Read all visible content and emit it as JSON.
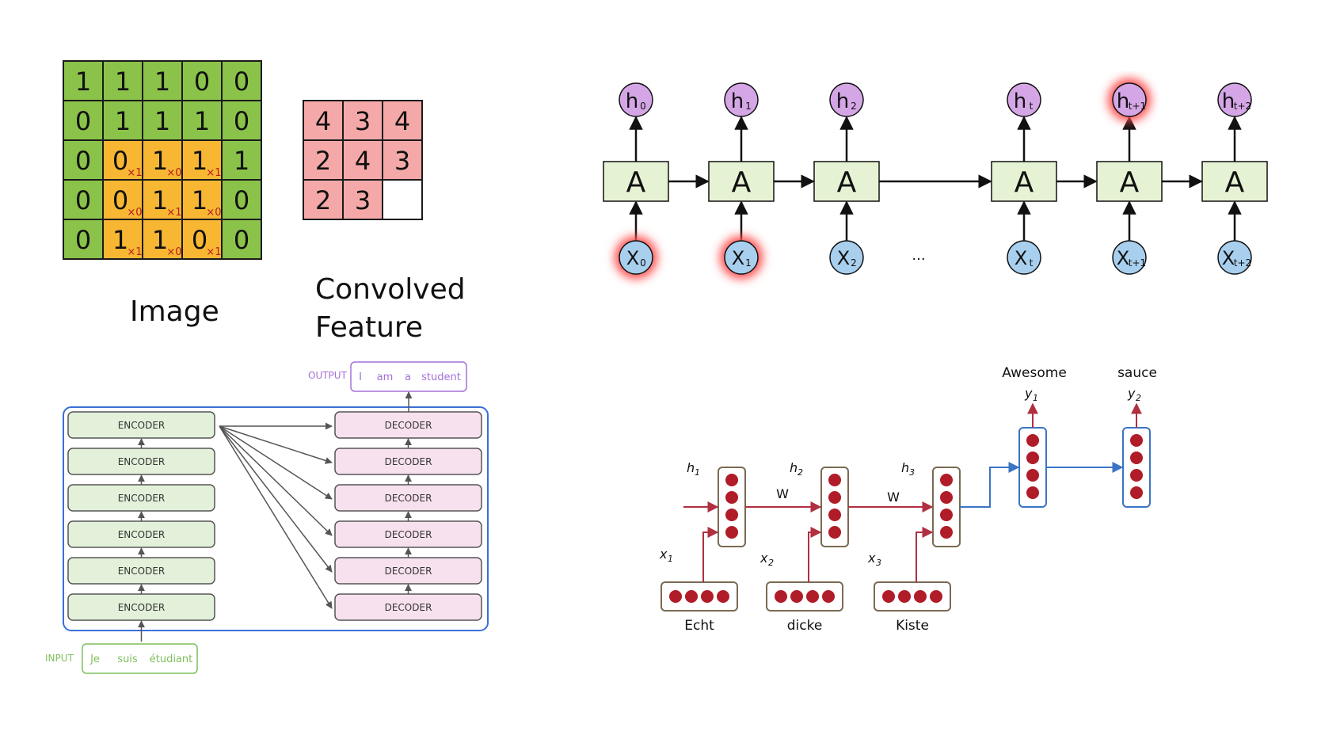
{
  "convolution": {
    "image_caption": "Image",
    "image_grid": [
      [
        "1",
        "1",
        "1",
        "0",
        "0"
      ],
      [
        "0",
        "1",
        "1",
        "1",
        "0"
      ],
      [
        "0",
        "0",
        "1",
        "1",
        "1"
      ],
      [
        "0",
        "0",
        "1",
        "1",
        "0"
      ],
      [
        "0",
        "1",
        "1",
        "0",
        "0"
      ]
    ],
    "kernel_subscripts": [
      [
        "×1",
        "×0",
        "×1"
      ],
      [
        "×0",
        "×1",
        "×0"
      ],
      [
        "×1",
        "×0",
        "×1"
      ]
    ],
    "feature_caption_line1": "Convolved",
    "feature_caption_line2": "Feature",
    "feature_grid": [
      [
        "4",
        "3",
        "4"
      ],
      [
        "2",
        "4",
        "3"
      ],
      [
        "2",
        "3",
        ""
      ]
    ],
    "colors": {
      "grid_green": "#8bc34a",
      "window_orange": "#f7b733",
      "feature_pink": "#f4a9a8",
      "subscript_red": "#b71c1c"
    }
  },
  "rnn": {
    "cell_label": "A",
    "h_base": "h",
    "x_base": "x",
    "h_subs": [
      "0",
      "1",
      "2",
      "t",
      "t+1",
      "t+2"
    ],
    "x_subs": [
      "0",
      "1",
      "2",
      "t",
      "t+1",
      "t+2"
    ],
    "ellipsis": "...",
    "highlighted_inputs": [
      "0",
      "1"
    ],
    "highlighted_outputs": [
      "t+1"
    ],
    "colors": {
      "cell": "#e6f2d4",
      "h_node": "#d5a6e6",
      "x_node": "#a8cfee",
      "glow": "#ff4d4d"
    }
  },
  "transformer": {
    "output_label": "OUTPUT",
    "output_tokens": [
      "I",
      "am",
      "a",
      "student"
    ],
    "input_label": "INPUT",
    "input_tokens": [
      "Je",
      "suis",
      "étudiant"
    ],
    "encoder_label": "ENCODER",
    "decoder_label": "DECODER",
    "encoder_count": 6,
    "decoder_count": 6,
    "colors": {
      "encoder": "#e3f1da",
      "decoder": "#f8e1ee",
      "frame": "#3a6fd8",
      "output_text": "#a470d6",
      "input_text": "#7ebf5e"
    }
  },
  "seq2seq": {
    "h_labels": [
      "h",
      "h",
      "h"
    ],
    "h_subs": [
      "1",
      "2",
      "3"
    ],
    "x_labels": [
      "x",
      "x",
      "x"
    ],
    "x_subs": [
      "1",
      "2",
      "3"
    ],
    "y_labels": [
      "y",
      "y"
    ],
    "y_subs": [
      "1",
      "2"
    ],
    "w_label": "W",
    "input_words": [
      "Echt",
      "dicke",
      "Kiste"
    ],
    "output_words": [
      "Awesome",
      "sauce"
    ],
    "colors": {
      "encoder_arrow": "#b03040",
      "decoder_arrow": "#3b74c4",
      "dot": "#b01c28",
      "box_border": "#7a6a52"
    }
  }
}
